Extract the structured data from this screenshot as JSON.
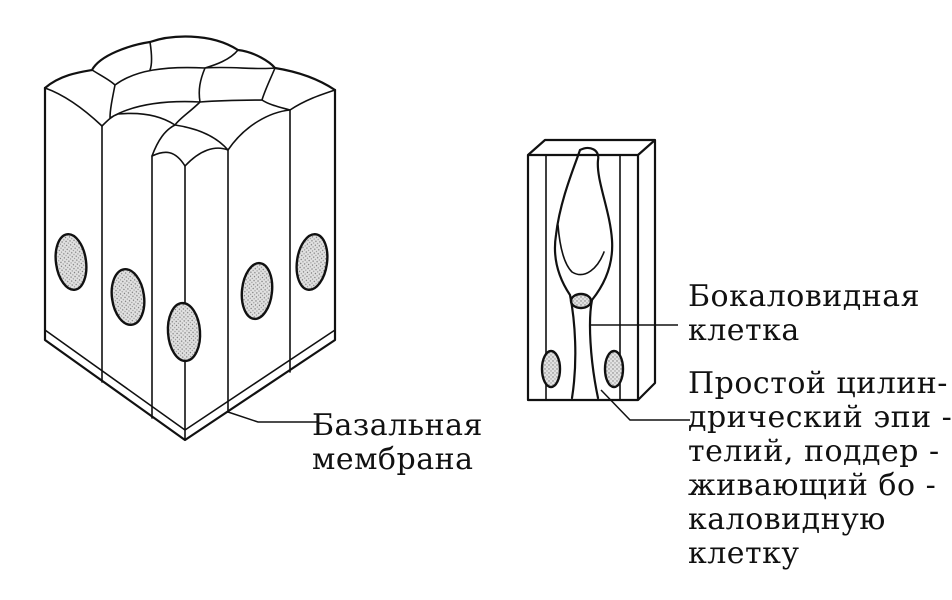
{
  "labels": {
    "basal_membrane": [
      "Базальная",
      "мембрана"
    ],
    "goblet_cell": [
      "Бокаловидная",
      "клетка"
    ],
    "columnar_epithelium": [
      "Простой цилин-",
      "дрический эпи -",
      "телий, поддер -",
      "живающий бо -",
      "каловидную",
      "клетку"
    ]
  },
  "colors": {
    "ink": "#111111",
    "background": "#ffffff"
  }
}
